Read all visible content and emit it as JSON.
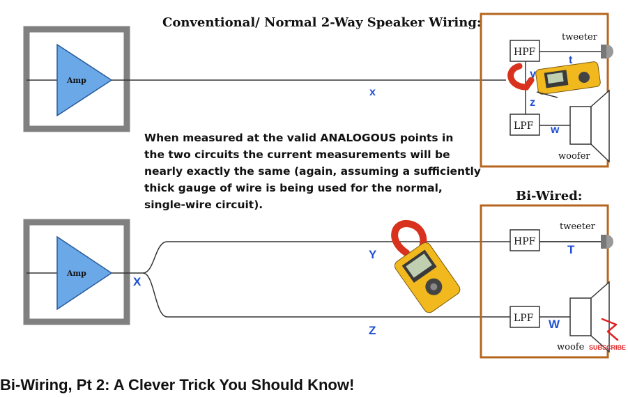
{
  "video": {
    "title": "Bi-Wiring, Pt 2: A Clever Trick You Should Know!"
  },
  "diagram": {
    "top_heading": "Conventional/ Normal  2-Way Speaker Wiring:",
    "bottom_heading": "Bi-Wired:",
    "amp_label_top": "Amp",
    "amp_label_bottom": "Amp",
    "explanation_lines": [
      "When measured at the valid ANALOGOUS points in",
      "the two circuits the current measurements will be",
      "nearly exactly the same (again, assuming a sufficiently",
      "thick gauge of wire is being used for the normal,",
      "single-wire circuit)."
    ],
    "top_speaker": {
      "hpf": "HPF",
      "lpf": "LPF",
      "tweeter": "tweeter",
      "woofer": "woofer",
      "t": "t",
      "y": "y",
      "z": "z",
      "w": "w"
    },
    "bottom_speaker": {
      "hpf": "HPF",
      "lpf": "LPF",
      "tweeter": "tweeter",
      "woofer": "woofe",
      "T": "T",
      "W": "W"
    },
    "wire_labels": {
      "x": "x",
      "X": "X",
      "Y": "Y",
      "Z": "Z"
    },
    "subscribe": "SUBSCRIBE",
    "colors": {
      "amp_fill": "#6aa8e8",
      "speaker_border": "#b5651d",
      "label_blue": "#1f4fd0",
      "meter_body": "#f2b91e",
      "meter_clamp": "#d8321e"
    }
  }
}
